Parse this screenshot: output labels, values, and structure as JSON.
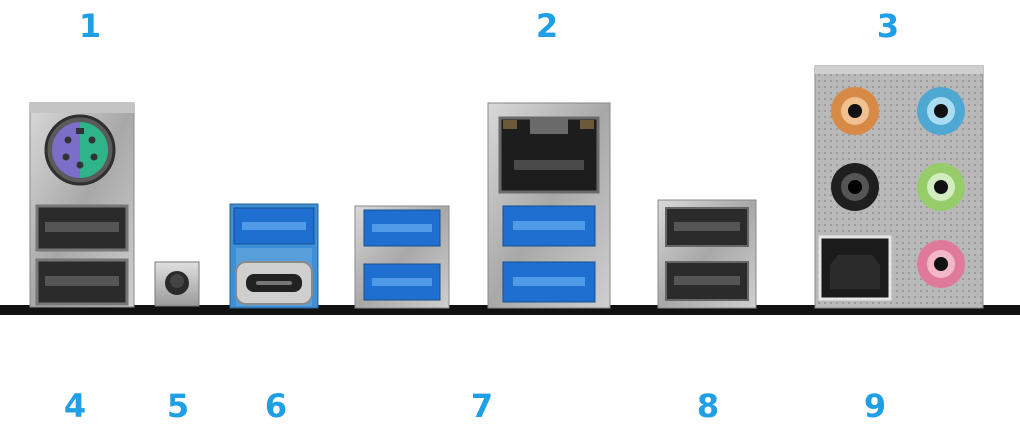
{
  "callouts": {
    "n1": "1",
    "n2": "2",
    "n3": "3",
    "n4": "4",
    "n5": "5",
    "n6": "6",
    "n7": "7",
    "n8": "8",
    "n9": "9"
  },
  "colors": {
    "callout": "#1e9fe6",
    "board_line": "#111111",
    "usb3_blue": "#1f6fd0",
    "ps2_purple": "#7a6ec8",
    "ps2_green": "#2fb48a",
    "audio_orange": "#e39a55",
    "audio_blue": "#5fb4d8",
    "audio_black": "#2a2a2a",
    "audio_lime": "#a8d878",
    "audio_pink": "#e07a9a"
  }
}
